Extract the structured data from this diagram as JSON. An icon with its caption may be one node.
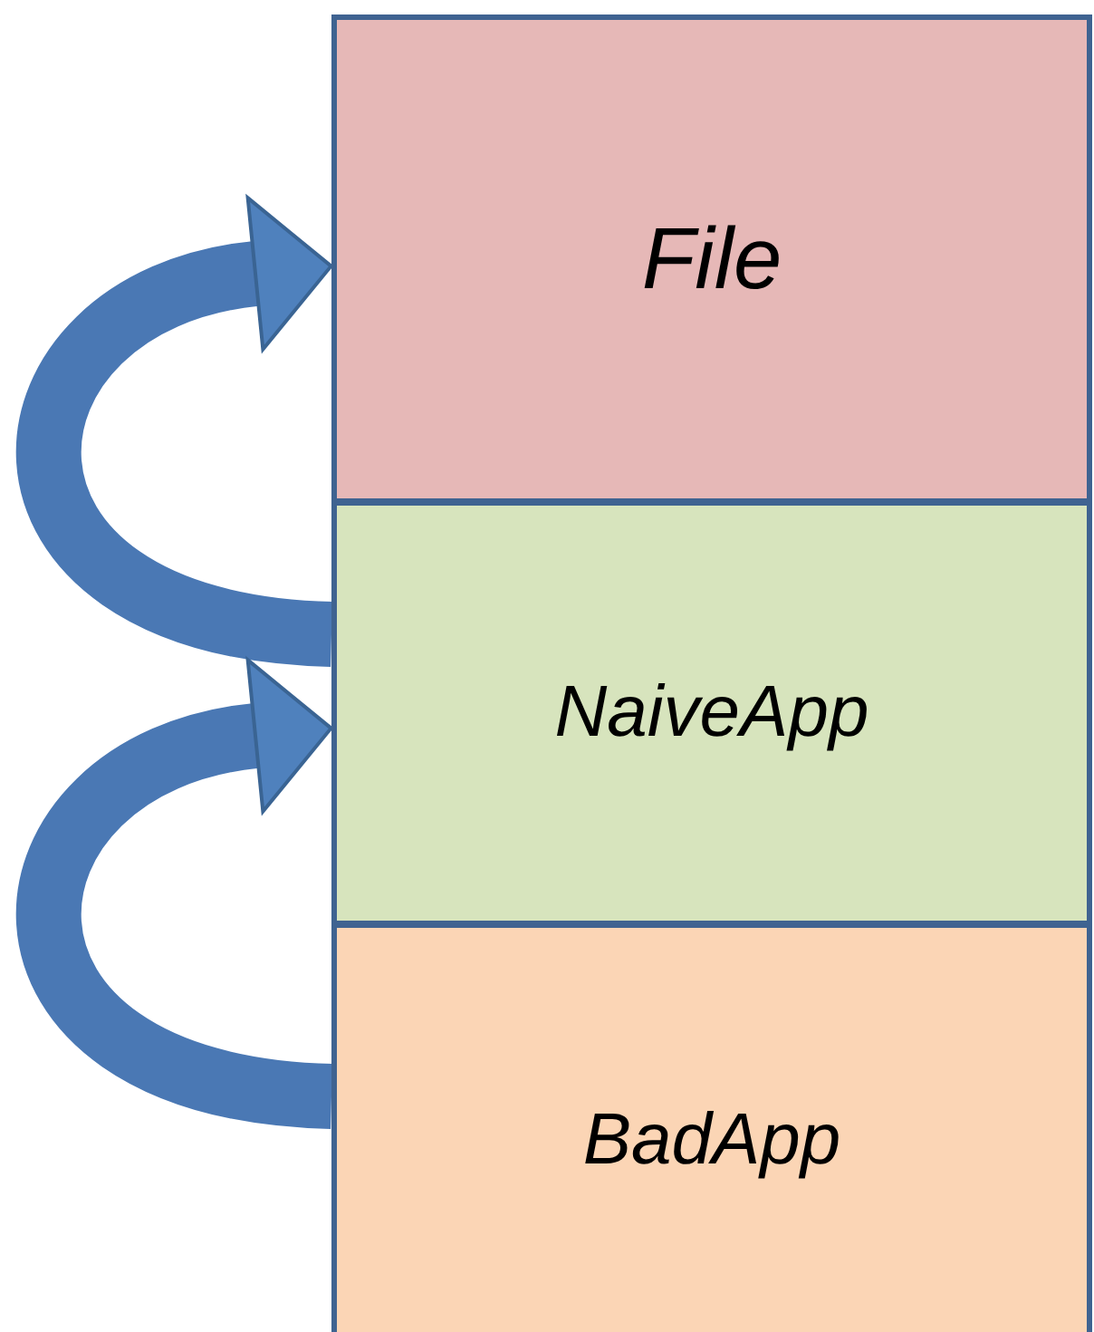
{
  "diagram": {
    "nodes": [
      {
        "text": [
          "File"
        ]
      },
      {
        "text": [
          "NaiveApp"
        ]
      },
      {
        "text": [
          "BadApp"
        ]
      }
    ],
    "edges": [
      {
        "from": 1,
        "to": 0,
        "arrow": "to"
      },
      {
        "from": 2,
        "to": 1,
        "arrow": "to"
      }
    ]
  }
}
